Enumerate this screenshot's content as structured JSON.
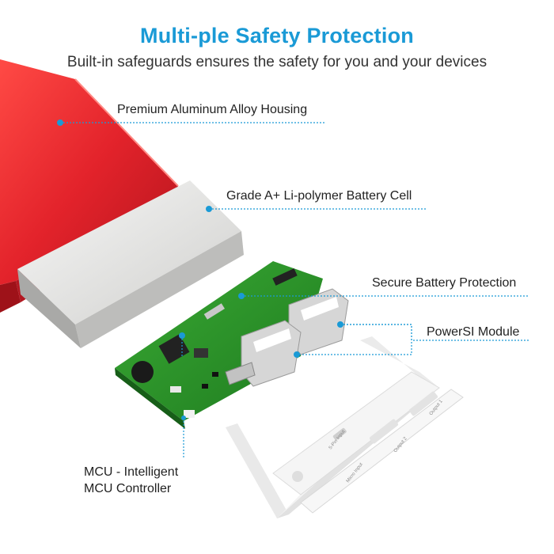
{
  "header": {
    "title": "Multi-ple Safety Protection",
    "subtitle": "Built-in safeguards ensures the safety for you and your devices"
  },
  "callouts": {
    "housing": "Premium Aluminum Alloy Housing",
    "battery": "Grade A+ Li-polymer Battery Cell",
    "protection": "Secure Battery Protection",
    "module": "PowerSI Module",
    "mcu_line1": "MCU - Intelligent",
    "mcu_line2": "MCU Controller"
  },
  "port_labels": {
    "input": "5-Pin Input",
    "output1": "Output 1",
    "output2": "Output 2",
    "micro_input": "Micro Input"
  },
  "colors": {
    "accent": "#1a9ad6",
    "housing_red": "#e0202a",
    "board_green": "#2f9a2b",
    "battery_silver": "#e6e6e4"
  }
}
